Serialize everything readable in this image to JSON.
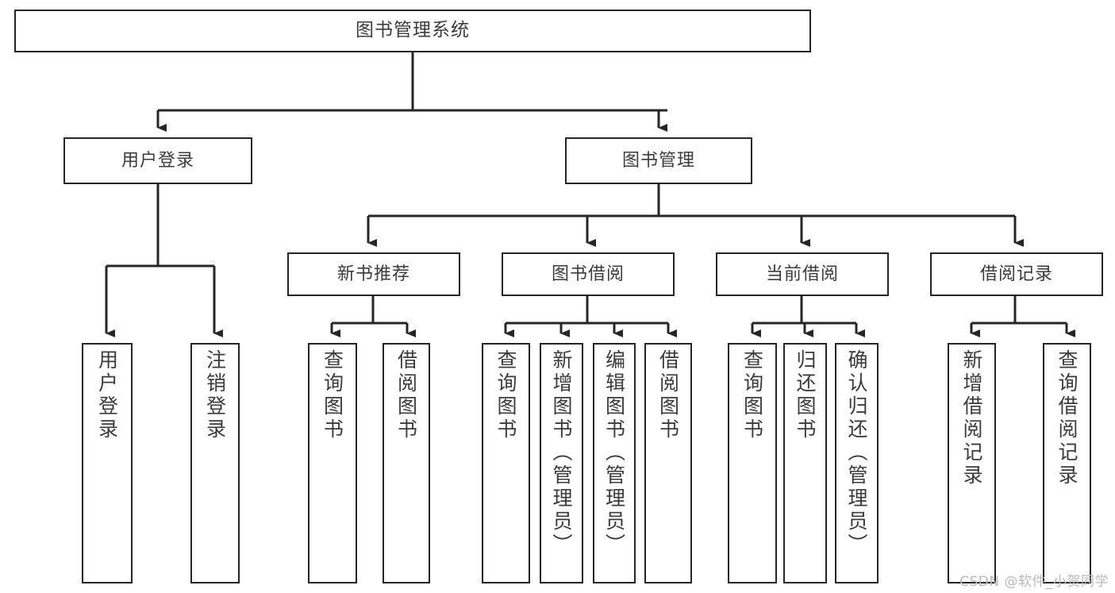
{
  "diagram": {
    "title": "图书管理系统",
    "type": "tree-hierarchy-diagram",
    "root": {
      "label": "图书管理系统"
    },
    "level1": [
      {
        "label": "用户登录"
      },
      {
        "label": "图书管理"
      }
    ],
    "level2": [
      {
        "label": "新书推荐"
      },
      {
        "label": "图书借阅"
      },
      {
        "label": "当前借阅"
      },
      {
        "label": "借阅记录"
      }
    ],
    "leaves": {
      "user_login": [
        {
          "label": "用户登录"
        },
        {
          "label": "注销登录"
        }
      ],
      "new_book_recommend": [
        {
          "label": "查询图书"
        },
        {
          "label": "借阅图书"
        }
      ],
      "book_borrow": [
        {
          "label": "查询图书"
        },
        {
          "label": "新增图书（管理员）"
        },
        {
          "label": "编辑图书（管理员）"
        },
        {
          "label": "借阅图书"
        }
      ],
      "current_borrow": [
        {
          "label": "查询图书"
        },
        {
          "label": "归还图书"
        },
        {
          "label": "确认归还（管理员）"
        }
      ],
      "borrow_record": [
        {
          "label": "新增借阅记录"
        },
        {
          "label": "查询借阅记录"
        }
      ]
    }
  },
  "watermark": {
    "text": "CSDN @软件_小贺同学"
  },
  "colors": {
    "border": "#262626",
    "text": "#3b3b3b",
    "background": "#ffffff",
    "watermark": "#b9b9b9"
  }
}
